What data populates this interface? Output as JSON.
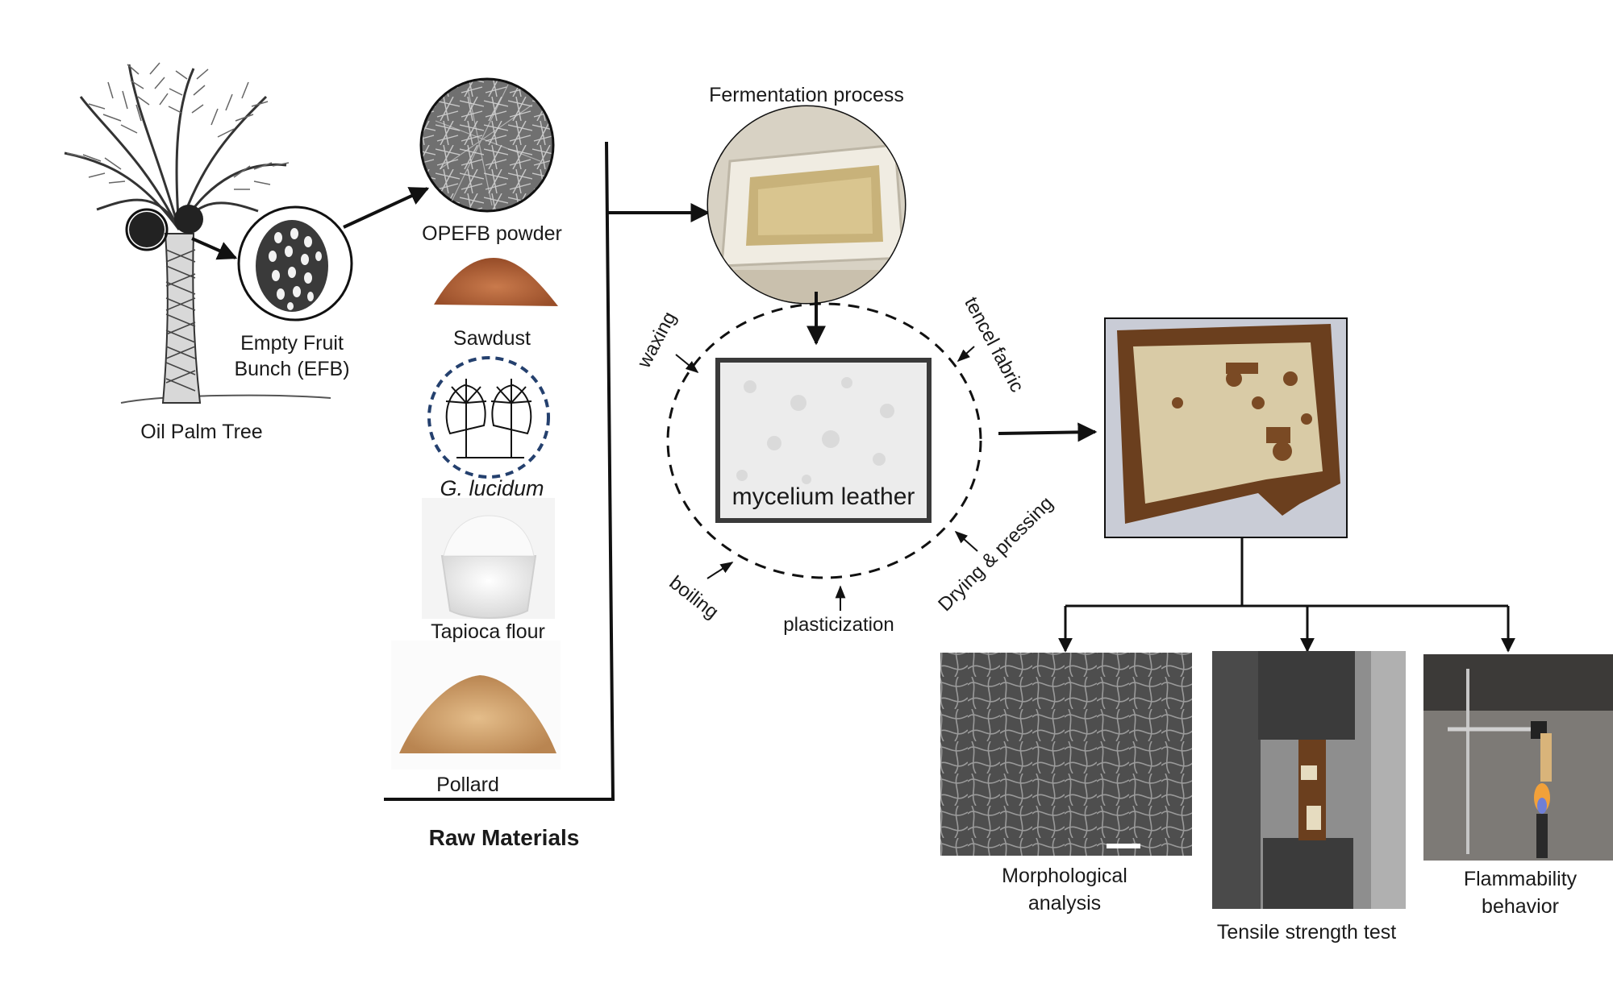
{
  "source_labels": {
    "tree": "Oil Palm Tree",
    "efb_line1": "Empty Fruit",
    "efb_line2": "Bunch (EFB)"
  },
  "raw_materials": {
    "heading": "Raw Materials",
    "items": [
      "OPEFB powder",
      "Sawdust",
      "G. lucidum",
      "Tapioca flour",
      "Pollard"
    ]
  },
  "process": {
    "fermentation": "Fermentation process",
    "center": "mycelium leather",
    "steps": [
      "waxing",
      "tencel fabric",
      "Drying & pressing",
      "plasticization",
      "boiling"
    ]
  },
  "analyses": {
    "morph_line1": "Morphological",
    "morph_line2": "analysis",
    "tensile": "Tensile strength test",
    "flam_line1": "Flammability",
    "flam_line2": "behavior"
  },
  "colors": {
    "line": "#111111",
    "leather_brown": "#6b3f1e",
    "leather_cream": "#d9cba6",
    "mycelium_white": "#ececec",
    "sem_gray": "#5a5a5a",
    "sawdust": "#b5673c",
    "pollard": "#d6a873",
    "frame_blue": "#24406e"
  }
}
